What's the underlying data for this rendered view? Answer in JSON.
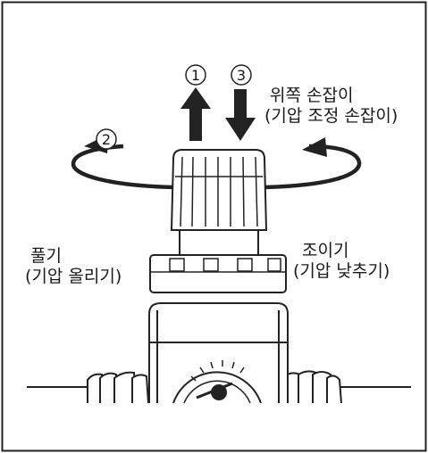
{
  "callouts": {
    "step1": "1",
    "step2": "2",
    "step3": "3"
  },
  "labels": {
    "top_knob_line1": "위쪽 손잡이",
    "top_knob_line2": "(기압 조정 손잡이)",
    "loosen_line1": "풀기",
    "loosen_line2": "(기압 올리기)",
    "tighten_line1": "조이기",
    "tighten_line2": "(기압 낮추기)"
  }
}
